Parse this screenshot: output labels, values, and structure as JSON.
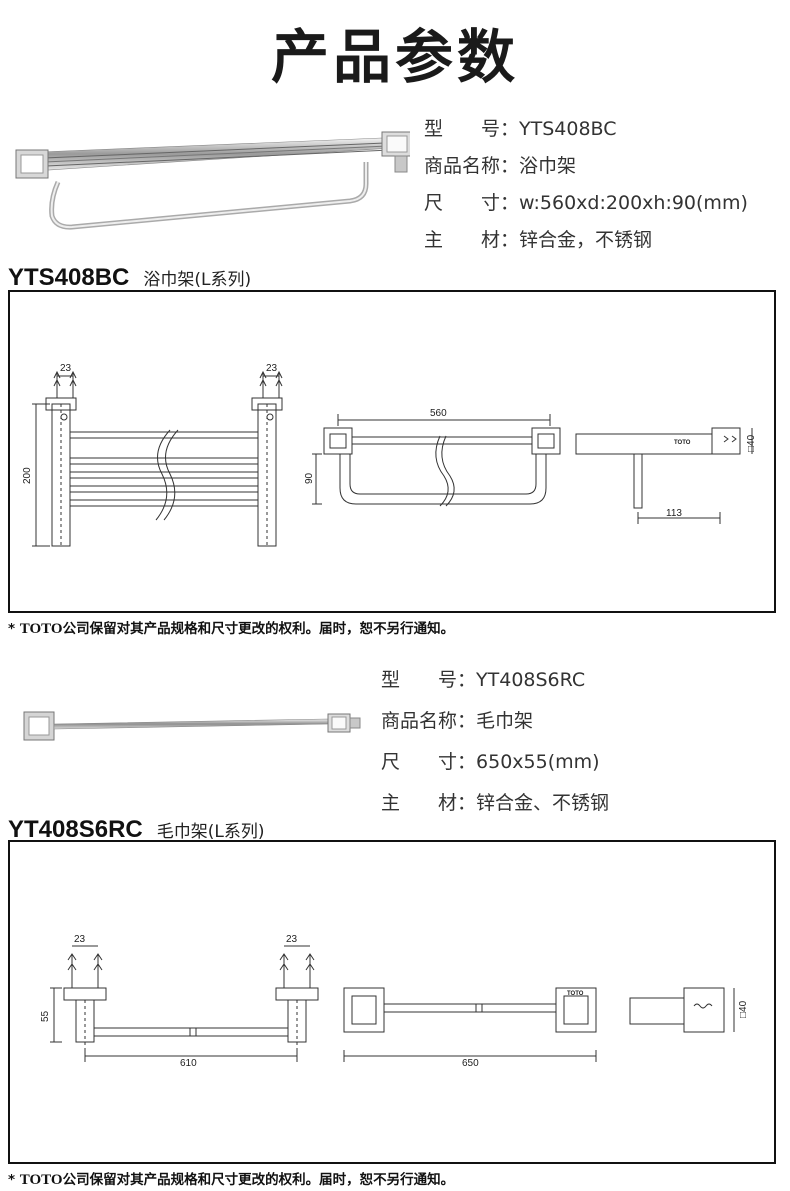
{
  "page": {
    "title": "产品参数"
  },
  "products": [
    {
      "specs": [
        {
          "label": "型　　号：",
          "value": "YTS408BC"
        },
        {
          "label": "商品名称：",
          "value": "浴巾架"
        },
        {
          "label": "尺　　寸：",
          "value": "w:560xd:200xh:90(mm)"
        },
        {
          "label": "主　　材：",
          "value": "锌合金，不锈钢"
        }
      ],
      "header": {
        "model": "YTS408BC",
        "name": "浴巾架(L系列)"
      },
      "dims": {
        "a": "23",
        "b": "23",
        "h": "200",
        "w": "560",
        "d": "90",
        "depth": "113",
        "sq": "□40"
      },
      "logo": "TOTO",
      "note": {
        "brand": "TOTO",
        "text": "公司保留对其产品规格和尺寸更改的权利。届时，恕不另行通知。"
      }
    },
    {
      "specs": [
        {
          "label": "型　　号：",
          "value": "YT408S6RC"
        },
        {
          "label": "商品名称：",
          "value": "毛巾架"
        },
        {
          "label": "尺　　寸：",
          "value": "650x55(mm)"
        },
        {
          "label": "主　　材：",
          "value": "锌合金、不锈钢"
        }
      ],
      "header": {
        "model": "YT408S6RC",
        "name": "毛巾架(L系列)"
      },
      "dims": {
        "a": "23",
        "b": "23",
        "h": "55",
        "c": "610",
        "w": "650",
        "sq": "□40"
      },
      "logo": "TOTO",
      "note": {
        "brand": "TOTO",
        "text": "公司保留对其产品规格和尺寸更改的权利。届时，恕不另行通知。"
      }
    }
  ]
}
